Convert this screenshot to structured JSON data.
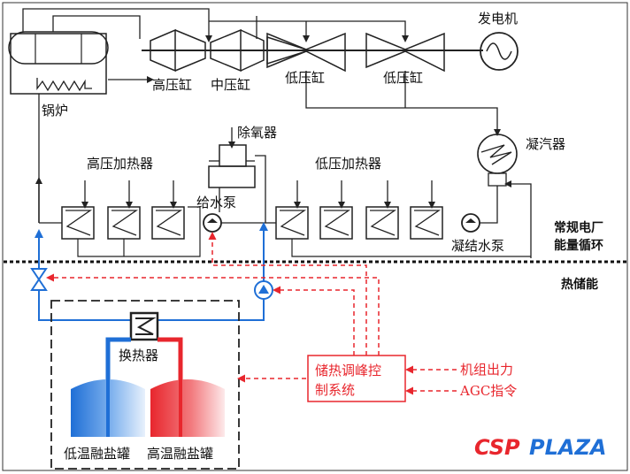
{
  "labels": {
    "generator": "发电机",
    "hp_cylinder": "高压缸",
    "ip_cylinder": "中压缸",
    "lp_cylinder_1": "低压缸",
    "lp_cylinder_2": "低压缸",
    "boiler": "锅炉",
    "deaerator": "除氧器",
    "condenser": "凝汽器",
    "hp_heaters": "高压加热器",
    "lp_heaters": "低压加热器",
    "feedwater_pump": "给水泵",
    "condensate_pump": "凝结水泵",
    "cycle_line1": "常规电厂",
    "cycle_line2": "能量循环",
    "thermal_storage": "热储能",
    "heat_exchanger": "换热器",
    "control_line1": "储热调峰控",
    "control_line2": "制系统",
    "unit_output": "机组出力",
    "agc_command": "AGC指令",
    "cold_tank": "低温融盐罐",
    "hot_tank": "高温融盐罐",
    "logo_csp": "CSP",
    "logo_plaza": "PLAZA"
  },
  "colors": {
    "line": "#222222",
    "blue": "#1f6fd6",
    "red_control": "#e8262d",
    "hot_salt": "#e8262d",
    "cold_salt": "#1f6fd6",
    "logo_red": "#e8262d",
    "logo_blue": "#1f6fd6"
  }
}
